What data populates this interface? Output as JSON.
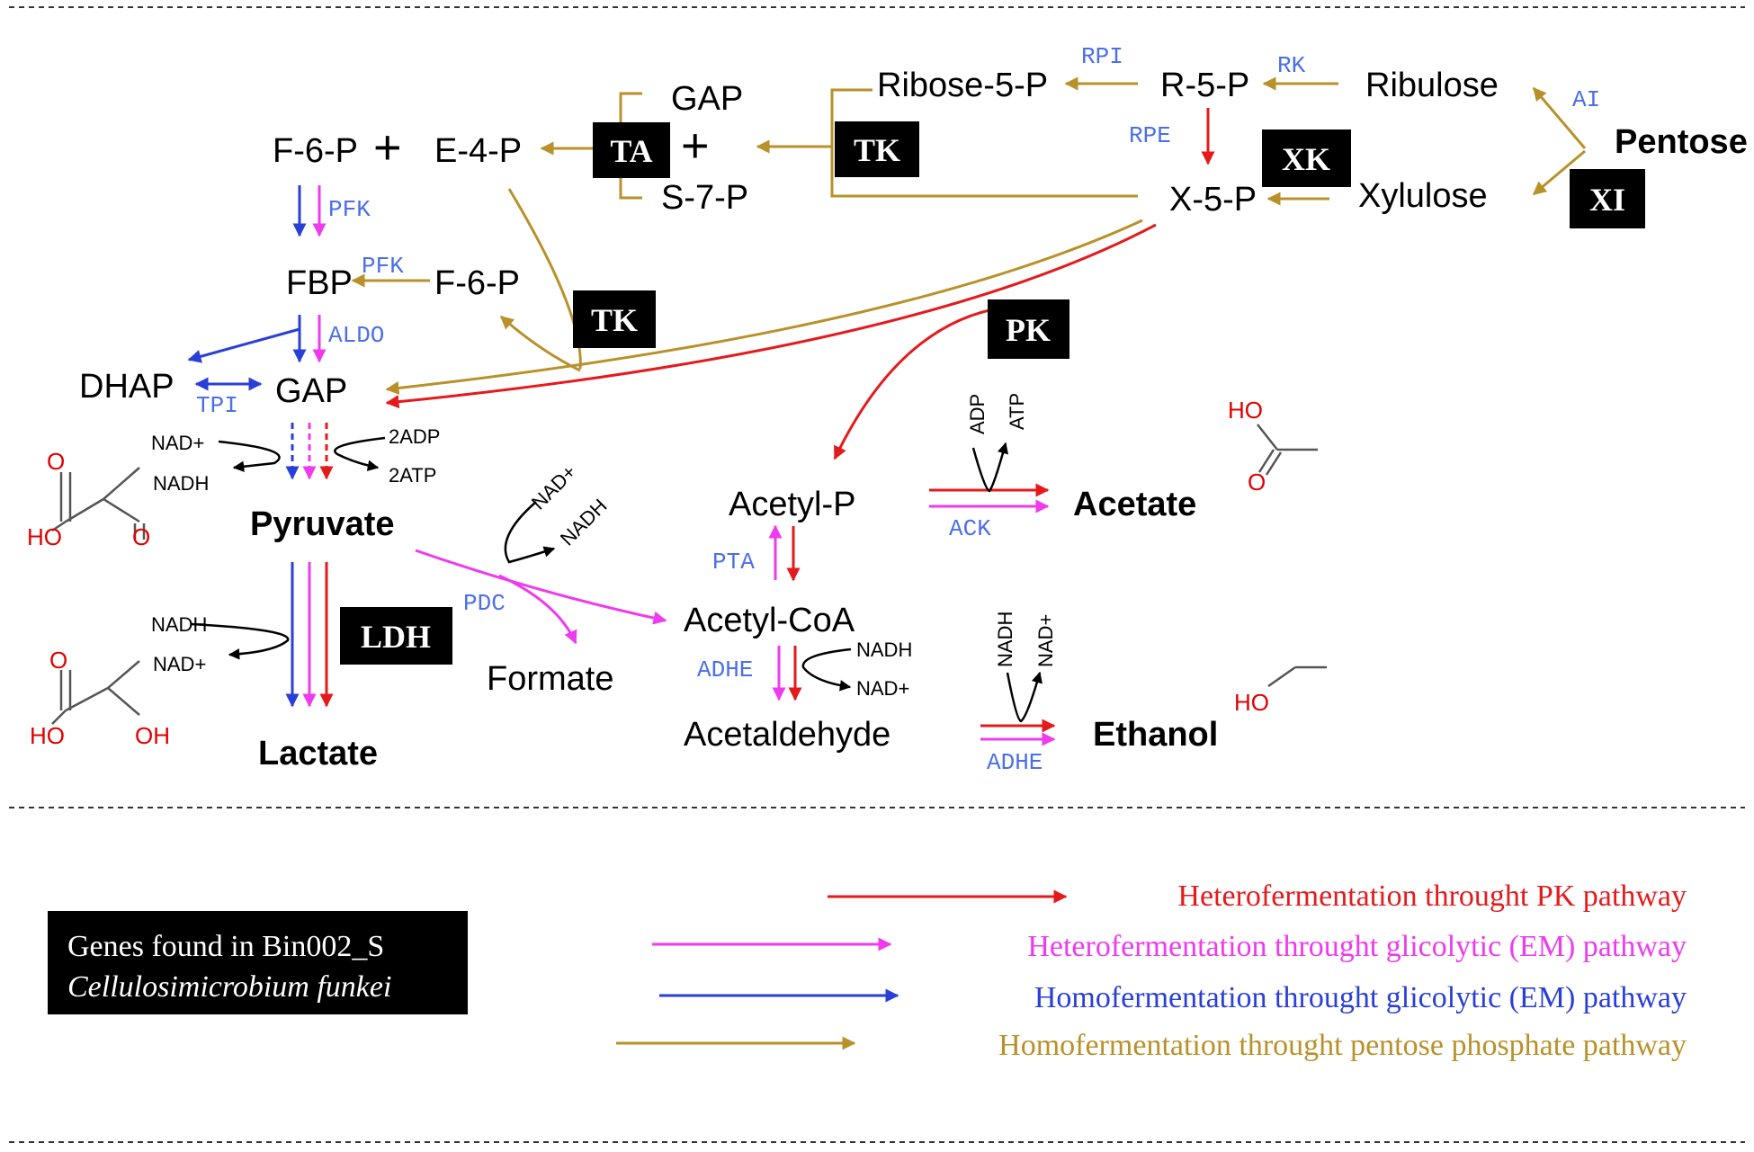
{
  "colors": {
    "pk": "#e41a1c",
    "em_hetero": "#ee3bee",
    "em_homo": "#2a3fd8",
    "pentose": "#b8912a",
    "enzyme_text": "#4a6fe8",
    "box_bg": "#000000",
    "chem_o": "#e00000"
  },
  "metabolites": {
    "f6p_top": "F-6-P",
    "plus1": "+",
    "e4p": "E-4-P",
    "gap_top": "GAP",
    "plus2": "+",
    "s7p": "S-7-P",
    "ribose5p": "Ribose-5-P",
    "r5p": "R-5-P",
    "ribulose": "Ribulose",
    "x5p": "X-5-P",
    "xylulose": "Xylulose",
    "pentose": "Pentose",
    "fbp": "FBP",
    "f6p_mid": "F-6-P",
    "dhap": "DHAP",
    "gap": "GAP",
    "pyruvate": "Pyruvate",
    "lactate": "Lactate",
    "formate": "Formate",
    "acetyl_p": "Acetyl-P",
    "acetyl_coa": "Acetyl-CoA",
    "acetaldehyde": "Acetaldehyde",
    "acetate": "Acetate",
    "ethanol": "Ethanol"
  },
  "enzymes": {
    "rpi": "RPI",
    "rk": "RK",
    "ai": "AI",
    "rpe": "RPE",
    "pfk1": "PFK",
    "pfk2": "PFK",
    "aldo": "ALDO",
    "tpi": "TPI",
    "pdc": "PDC",
    "ack": "ACK",
    "pta": "PTA",
    "adhe1": "ADHE",
    "adhe2": "ADHE"
  },
  "gene_boxes": {
    "ta": "TA",
    "tk1": "TK",
    "tk2": "TK",
    "xk": "XK",
    "xi": "XI",
    "pk": "PK",
    "ldh": "LDH"
  },
  "cofactors": {
    "nadp_gly": "NAD+",
    "nadh_gly": "NADH",
    "adp_gly": "2ADP",
    "atp_gly": "2ATP",
    "nadh_ldh": "NADH",
    "nadp_ldh": "NAD+",
    "nadp_pdc": "NAD+",
    "nadh_pdc": "NADH",
    "adp_ack": "ADP",
    "atp_ack": "ATP",
    "nadh_adhe": "NADH",
    "nadp_adhe": "NAD+",
    "nadh_eth": "NADH",
    "nadp_eth": "NAD+"
  },
  "chem_labels": {
    "pyr_o": "O",
    "pyr_ho": "HO",
    "pyr_o2": "O",
    "lac_o": "O",
    "lac_ho": "HO",
    "lac_oh": "OH",
    "ace_ho": "HO",
    "ace_o": "O",
    "eth_ho": "HO"
  },
  "legend": [
    {
      "label": "Heterofermentation throught PK pathway",
      "color": "#e41a1c"
    },
    {
      "label": "Heterofermentation throught glicolytic (EM) pathway",
      "color": "#ee3bee"
    },
    {
      "label": "Homofermentation throught glicolytic (EM) pathway",
      "color": "#2a3fd8"
    },
    {
      "label": "Homofermentation throught pentose phosphate pathway",
      "color": "#b8912a"
    }
  ],
  "genes_box": {
    "line1": "Genes found in Bin002_S",
    "line2": "Cellulosimicrobium funkei"
  }
}
